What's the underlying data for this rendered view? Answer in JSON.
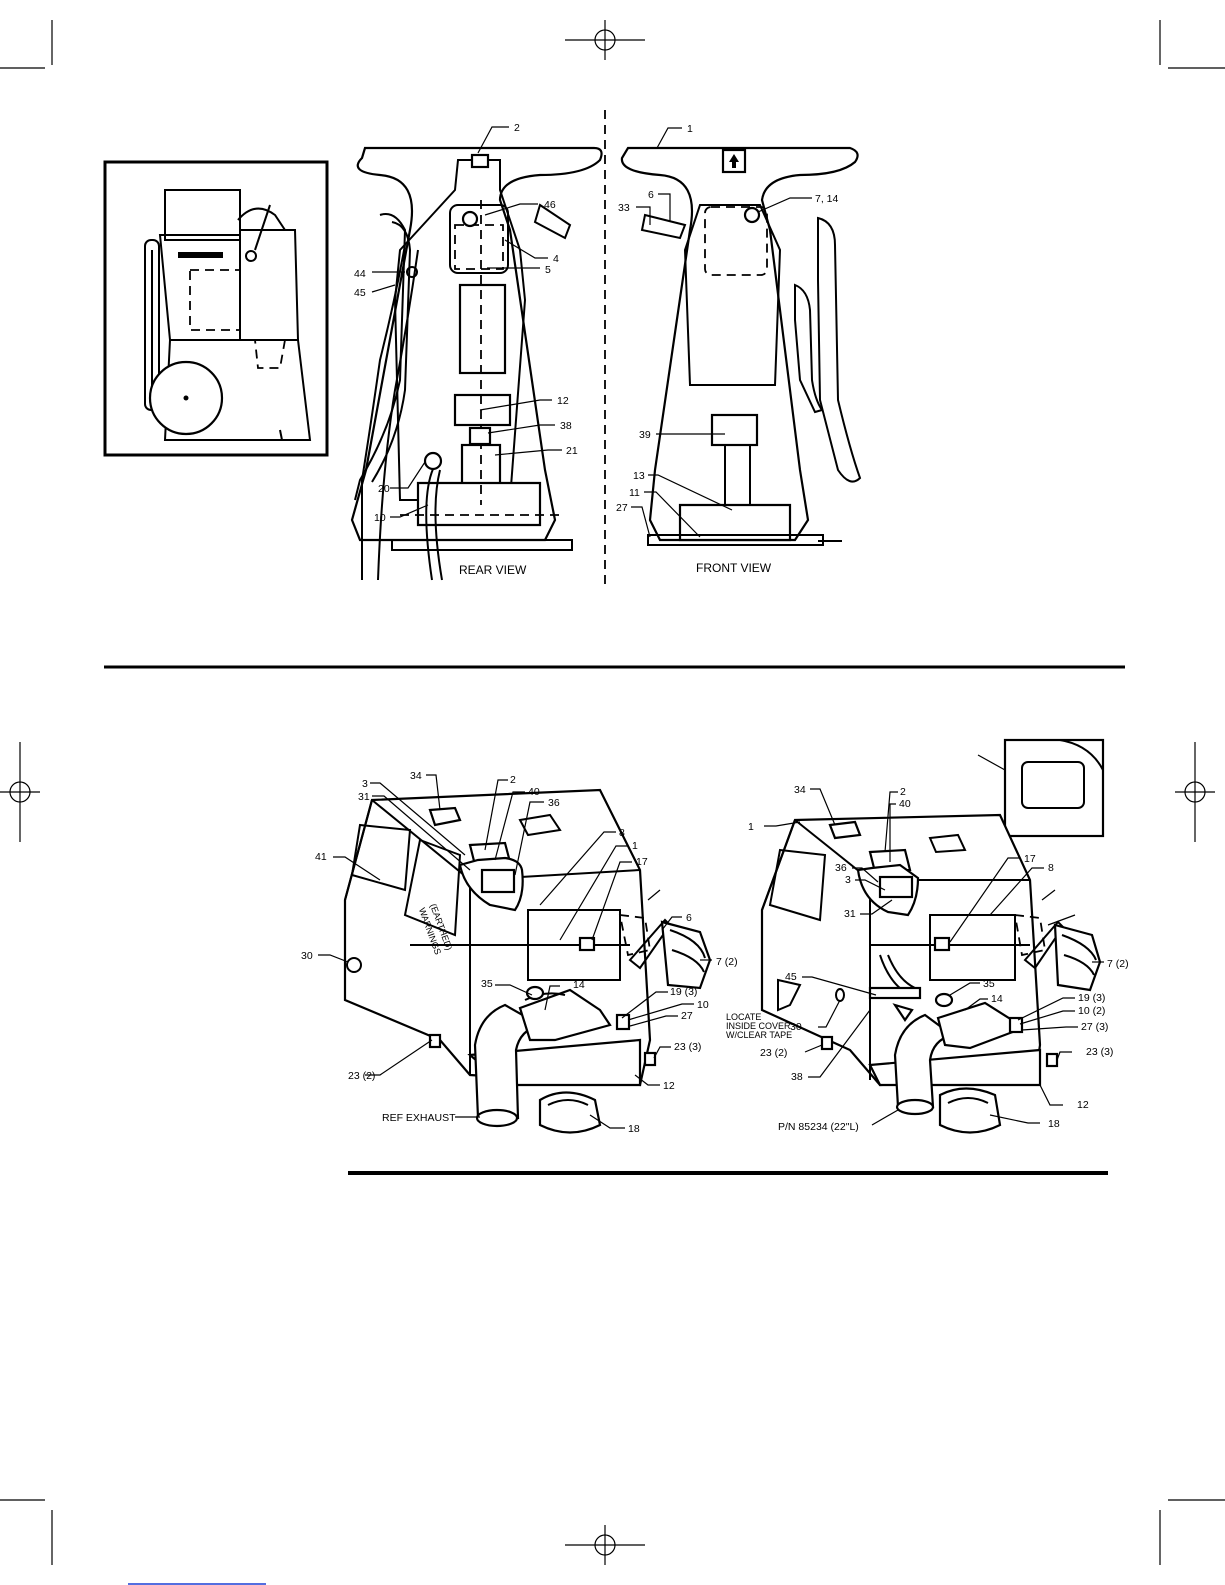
{
  "rear_view": {
    "caption": "REAR VIEW",
    "callouts": [
      "2",
      "46",
      "4",
      "5",
      "44",
      "45",
      "12",
      "38",
      "21",
      "20",
      "10"
    ]
  },
  "front_view": {
    "caption": "FRONT VIEW",
    "callouts": [
      "1",
      "6",
      "33",
      "7, 14",
      "39",
      "13",
      "11",
      "27"
    ]
  },
  "left_assembly": {
    "callouts": [
      "34",
      "2",
      "3",
      "31",
      "40",
      "36",
      "8",
      "1",
      "17",
      "41",
      "6",
      "7 (2)",
      "30",
      "35",
      "14",
      "19 (3)",
      "10",
      "27",
      "23 (3)",
      "23 (2)",
      "12",
      "18"
    ],
    "label_ref_exhaust": "REF EXHAUST",
    "decal_text_1": "(EARTHED)",
    "decal_text_2": "WARNINGS"
  },
  "right_assembly": {
    "callouts": [
      "34",
      "2",
      "40",
      "1",
      "36",
      "3",
      "17",
      "8",
      "31",
      "7 (2)",
      "45",
      "35",
      "14",
      "19 (3)",
      "10 (2)",
      "27 (3)",
      "30",
      "23 (2)",
      "23 (3)",
      "38",
      "12",
      "18"
    ],
    "note_line_1": "LOCATE",
    "note_line_2": "INSIDE COVER",
    "note_line_3": "W/CLEAR TAPE",
    "part_number": "P/N 85234 (22\"L)"
  },
  "colors": {
    "ink": "#000000",
    "paper": "#ffffff",
    "footer_link": "#1a3fd6"
  }
}
